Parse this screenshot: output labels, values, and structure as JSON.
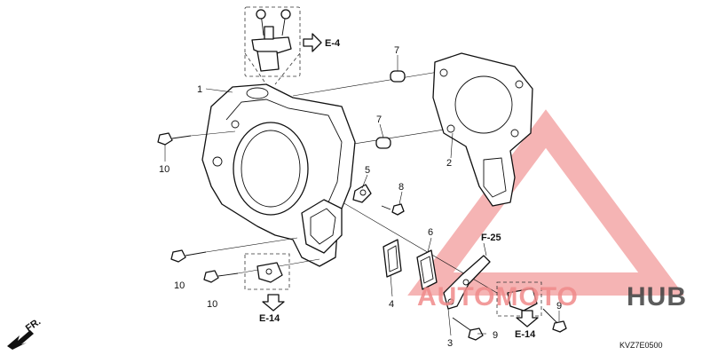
{
  "diagram": {
    "catalog_code": "KVZ7E0500",
    "direction_label": "FR.",
    "watermark": {
      "left": "AUTOMOTO",
      "right": "HUB",
      "accent_color": "#f08a8a",
      "dark_color": "#404040"
    },
    "references": [
      {
        "text": "E-4"
      },
      {
        "text": "E-14"
      },
      {
        "text": "E-14"
      },
      {
        "text": "F-25"
      }
    ],
    "callouts": [
      {
        "number": "1"
      },
      {
        "number": "2"
      },
      {
        "number": "3"
      },
      {
        "number": "4"
      },
      {
        "number": "5"
      },
      {
        "number": "6"
      },
      {
        "number": "7"
      },
      {
        "number": "7"
      },
      {
        "number": "8"
      },
      {
        "number": "9"
      },
      {
        "number": "9"
      },
      {
        "number": "10"
      },
      {
        "number": "10"
      },
      {
        "number": "10"
      }
    ]
  }
}
